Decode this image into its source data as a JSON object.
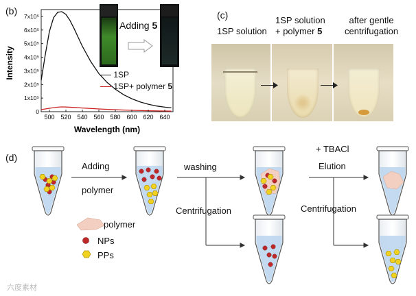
{
  "panel_b": {
    "letter": "(b)",
    "adding_prefix": "Adding ",
    "adding_num": "5",
    "legend": [
      {
        "label": "1SP",
        "label_bold": "",
        "color": "#111111"
      },
      {
        "label": "1SP+ polymer ",
        "label_bold": "5",
        "color": "#cc2222"
      }
    ],
    "ylabel": "Intensity",
    "xlabel": "Wavelength (nm)"
  },
  "chart_data": {
    "type": "line",
    "xlabel": "Wavelength (nm)",
    "ylabel": "Intensity",
    "xlim": [
      490,
      650
    ],
    "ylim": [
      0,
      750000
    ],
    "x_ticks": [
      500,
      520,
      540,
      560,
      580,
      600,
      620,
      640
    ],
    "y_ticks": [
      {
        "v": 0,
        "label": "0"
      },
      {
        "v": 100000,
        "label": "1x10⁵"
      },
      {
        "v": 200000,
        "label": "2x10⁵"
      },
      {
        "v": 300000,
        "label": "3x10⁵"
      },
      {
        "v": 400000,
        "label": "4x10⁵"
      },
      {
        "v": 500000,
        "label": "5x10⁵"
      },
      {
        "v": 600000,
        "label": "6x10⁵"
      },
      {
        "v": 700000,
        "label": "7x10⁵"
      }
    ],
    "series": [
      {
        "name": "1SP",
        "color": "#111111",
        "x": [
          490,
          495,
          500,
          505,
          510,
          515,
          520,
          525,
          530,
          540,
          550,
          560,
          570,
          580,
          590,
          600,
          610,
          620,
          630,
          640,
          648
        ],
        "y": [
          230000,
          420000,
          590000,
          690000,
          730000,
          735000,
          715000,
          670000,
          610000,
          480000,
          370000,
          280000,
          215000,
          165000,
          125000,
          95000,
          72000,
          55000,
          42000,
          33000,
          28000
        ]
      },
      {
        "name": "1SP+ polymer 5",
        "color": "#cc2222",
        "x": [
          490,
          500,
          510,
          515,
          520,
          530,
          540,
          560,
          580,
          600,
          620,
          640,
          648
        ],
        "y": [
          15000,
          25000,
          33000,
          35000,
          34000,
          31000,
          27000,
          20000,
          14000,
          10000,
          7000,
          5000,
          4000
        ]
      }
    ]
  },
  "panel_c": {
    "letter": "(c)",
    "captions": [
      {
        "line1": "1SP solution",
        "line2": "",
        "line2_bold": ""
      },
      {
        "line1": "1SP solution",
        "line2": "+ polymer ",
        "line2_bold": "5"
      },
      {
        "line1": "after gentle",
        "line2": "centrifugation",
        "line2_bold": ""
      }
    ]
  },
  "panel_d": {
    "letter": "(d)",
    "step1_top": "Adding",
    "step1_bottom": "polymer",
    "washing": "washing",
    "centrifugation1": "Centrifugation",
    "tbacl": "+ TBACl",
    "elution": "Elution",
    "centrifugation2": "Centrifugation",
    "legend_polymer": "polymer",
    "legend_nps": "NPs",
    "legend_pps": "PPs",
    "colors": {
      "np": "#c0282a",
      "pp": "#f1d21e",
      "liquid": "#bcd6ee",
      "polymer": "#f2cfc0"
    }
  },
  "watermark": "六度素材"
}
